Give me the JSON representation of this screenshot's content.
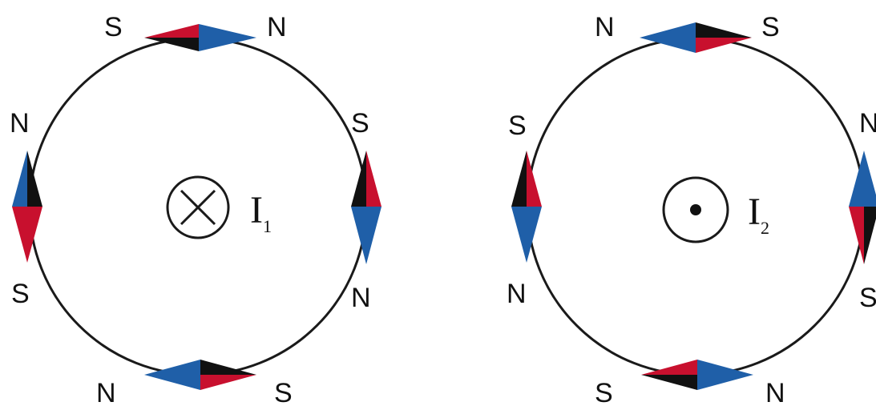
{
  "colors": {
    "north": "#1f5fa8",
    "south": "#c8102e",
    "shade": "#111111",
    "line": "#1a1a1a"
  },
  "left": {
    "current": {
      "letter": "I",
      "subscript": "1",
      "direction": "into-page"
    },
    "labels": {
      "top_left": "S",
      "top_right": "N",
      "right_upper": "S",
      "right_lower": "N",
      "bottom_left": "N",
      "bottom_right": "S",
      "left_upper": "N",
      "left_lower": "S"
    }
  },
  "right": {
    "current": {
      "letter": "I",
      "subscript": "2",
      "direction": "out-of-page"
    },
    "labels": {
      "top_left": "N",
      "top_right": "S",
      "left_upper": "S",
      "left_lower": "N",
      "right_upper": "N",
      "right_lower": "S",
      "bottom_left": "S",
      "bottom_right": "N"
    }
  }
}
